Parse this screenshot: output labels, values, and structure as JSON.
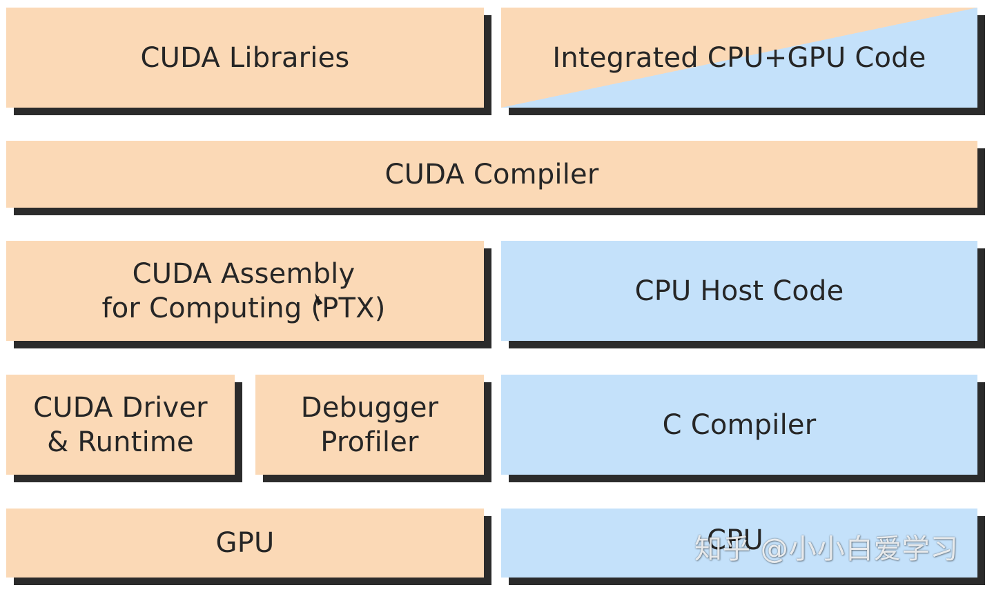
{
  "blocks": {
    "cuda_libraries": "CUDA Libraries",
    "integrated_code": "Integrated CPU+GPU Code",
    "cuda_compiler": "CUDA Compiler",
    "cuda_assembly_line1": "CUDA Assembly",
    "cuda_assembly_line2": "for Computing (PTX)",
    "cpu_host_code": "CPU Host Code",
    "driver_line1": "CUDA Driver",
    "driver_line2": "& Runtime",
    "debugger_line1": "Debugger",
    "debugger_line2": "Profiler",
    "c_compiler": "C Compiler",
    "gpu": "GPU",
    "cpu": "CPU"
  },
  "colors": {
    "gpu_side": "#fbd9b6",
    "cpu_side": "#c4e1fa",
    "shadow": "#2b2b2b"
  },
  "watermark": "知乎 @小小白爱学习"
}
